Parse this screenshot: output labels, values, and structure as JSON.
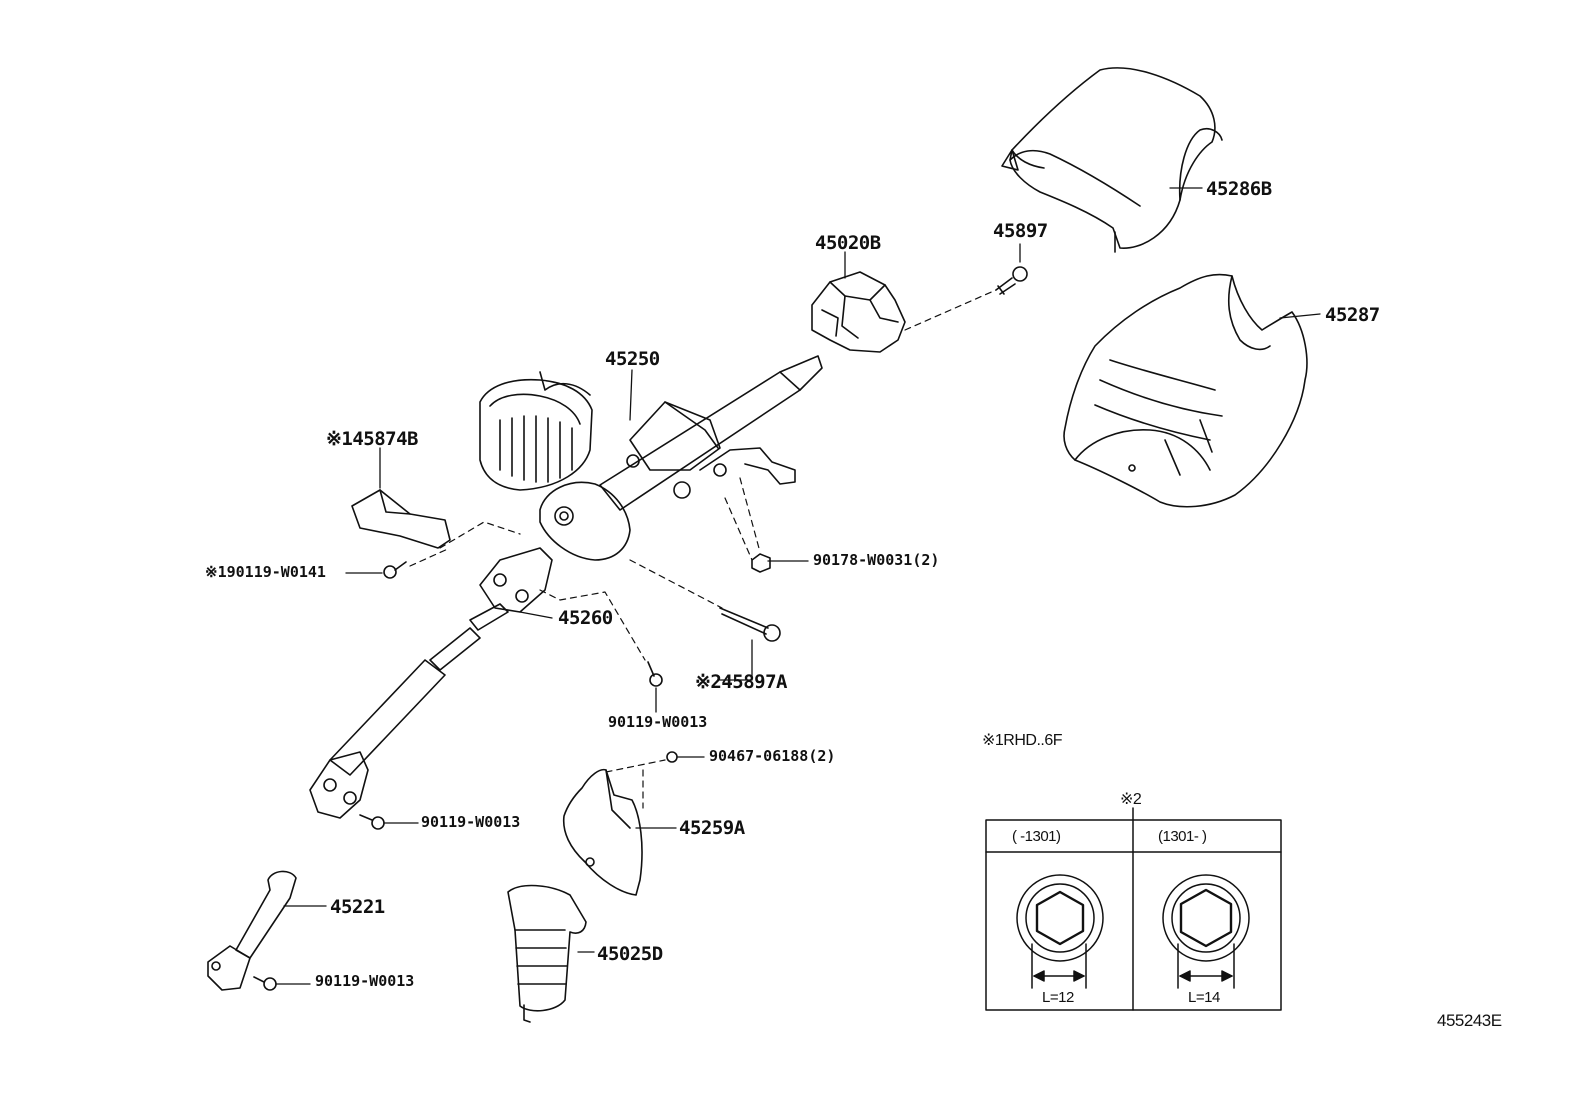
{
  "callouts": {
    "p45286B": "45286B",
    "p45897": "45897",
    "p45020B": "45020B",
    "p45287": "45287",
    "p45250": "45250",
    "p45874B": "※145874B",
    "p90119_W0141": "※190119-W0141",
    "p90178_W0031": "90178-W0031(2)",
    "p45260": "45260",
    "p45897A": "※245897A",
    "p90119_W0013_a": "90119-W0013",
    "p90467_06188": "90467-06188(2)",
    "p90119_W0013_b": "90119-W0013",
    "p45259A": "45259A",
    "p45221": "45221",
    "p45025D": "45025D",
    "p90119_W0013_c": "90119-W0013"
  },
  "notes": {
    "rhd": "※1RHD..6F",
    "ref2": "※2"
  },
  "table": {
    "col1_header": "(      -1301)",
    "col2_header": "(1301-       )",
    "col1_dim": "L=12",
    "col2_dim": "L=14"
  },
  "figure_id": "455243E"
}
